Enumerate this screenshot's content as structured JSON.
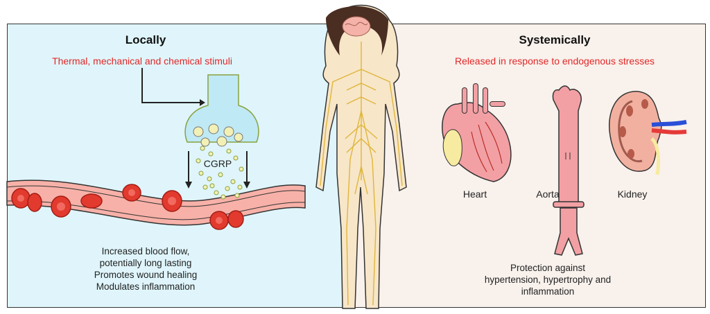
{
  "local": {
    "title": "Locally",
    "stimuli": "Thermal, mechanical and chemical stimuli",
    "neuropeptide": "CGRP",
    "effects": [
      "Increased blood flow,",
      "potentially long lasting",
      "Promotes wound healing",
      "Modulates inflammation"
    ]
  },
  "systemic": {
    "title": "Systemically",
    "trigger": "Released in response to endogenous stresses",
    "organs": [
      "Heart",
      "Aorta",
      "Kidney"
    ],
    "effects": [
      "Protection against",
      "hypertension, hypertrophy and",
      "inflammation"
    ]
  },
  "colors": {
    "left_panel": "#dff5fb",
    "right_panel": "#f8f1ec",
    "accent_red": "#e32626",
    "nerve": "#e0b53a",
    "vessel": "#f7b1a8",
    "blood_cell": "#e23a2e"
  },
  "icons": [
    "brain-icon",
    "heart-icon",
    "aorta-icon",
    "kidney-icon",
    "nerve-terminal-icon",
    "blood-vessel-icon"
  ]
}
